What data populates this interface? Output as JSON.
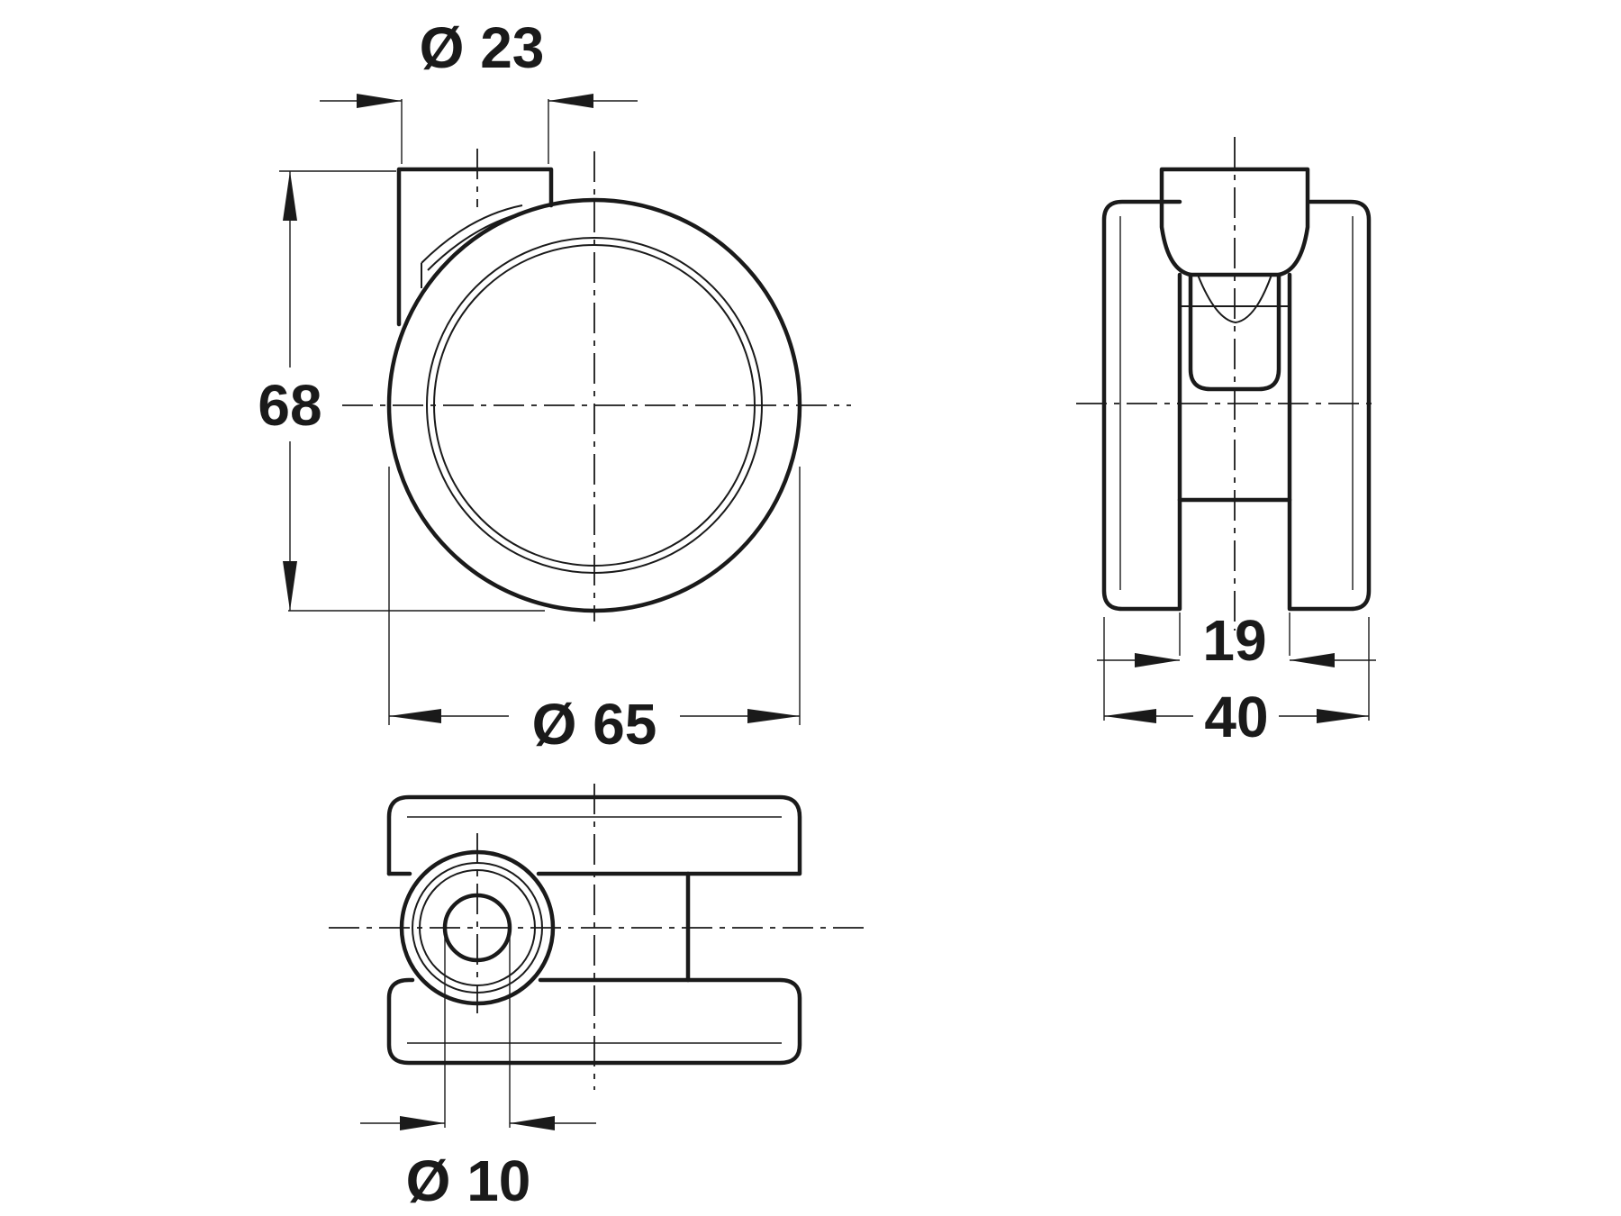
{
  "dimensions": {
    "stem_diameter": "Ø 23",
    "height": "68",
    "wheel_diameter": "Ø 65",
    "inner_width": "19",
    "overall_width": "40",
    "bore_diameter": "Ø 10"
  }
}
